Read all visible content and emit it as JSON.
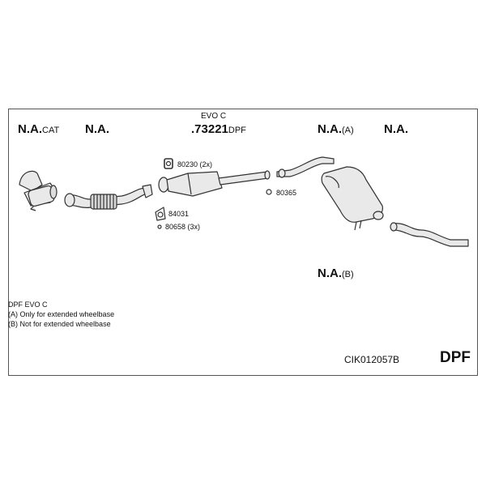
{
  "header": {
    "slot1": {
      "code": "N.A.",
      "suffix": "CAT"
    },
    "slot2": {
      "code": "N.A."
    },
    "center": {
      "variant": "EVO C",
      "code": ".73221",
      "suffix": "DPF"
    },
    "slot4": {
      "code": "N.A.",
      "suffix": "(A)"
    },
    "slot5": {
      "code": "N.A."
    }
  },
  "parts": {
    "p80230": "80230 (2x)",
    "p84031": "84031",
    "p80658": "80658 (3x)",
    "p80365": "80365"
  },
  "middle_callout": {
    "code": "N.A.",
    "suffix": "(B)"
  },
  "notes": {
    "title": "DPF EVO C",
    "line_a": "(A) Only for extended wheelbase",
    "line_b": "(B) Not for extended wheelbase"
  },
  "footer": {
    "kit_code": "CIK012057B",
    "system": "DPF"
  }
}
